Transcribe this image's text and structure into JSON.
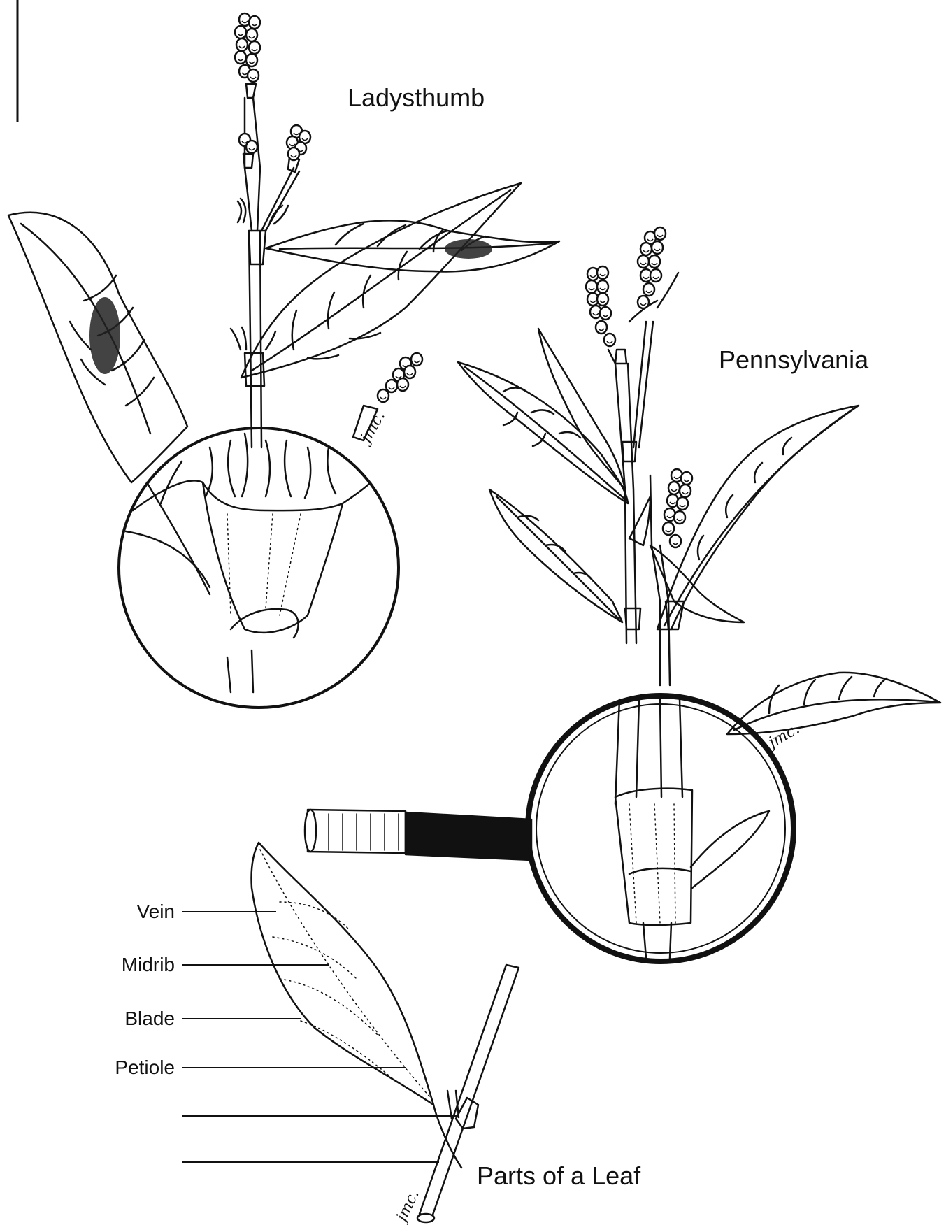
{
  "labels": {
    "ladysthumb": "Ladysthumb",
    "pennsylvania": "Pennsylvania",
    "parts_title": "Parts of a Leaf"
  },
  "leaf_parts": [
    "Vein",
    "Midrib",
    "Blade",
    "Petiole",
    "",
    ""
  ],
  "signature": "jmc."
}
